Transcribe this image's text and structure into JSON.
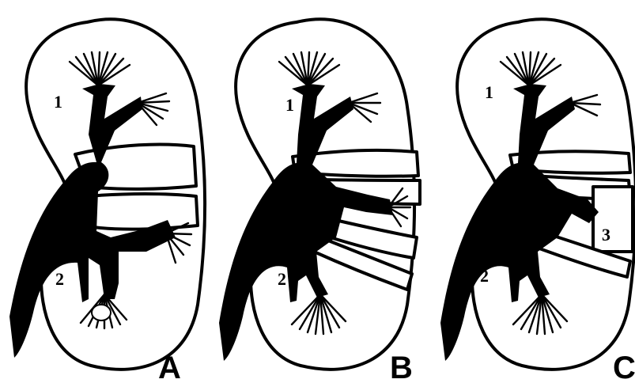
{
  "panels": [
    {
      "letter": "A",
      "pole_labels": [
        "1",
        "2"
      ]
    },
    {
      "letter": "B",
      "pole_labels": [
        "1",
        "2"
      ]
    },
    {
      "letter": "C",
      "pole_labels": [
        "1",
        "2",
        "3"
      ]
    }
  ],
  "colors": {
    "ink": "#000000",
    "paper": "#ffffff"
  }
}
